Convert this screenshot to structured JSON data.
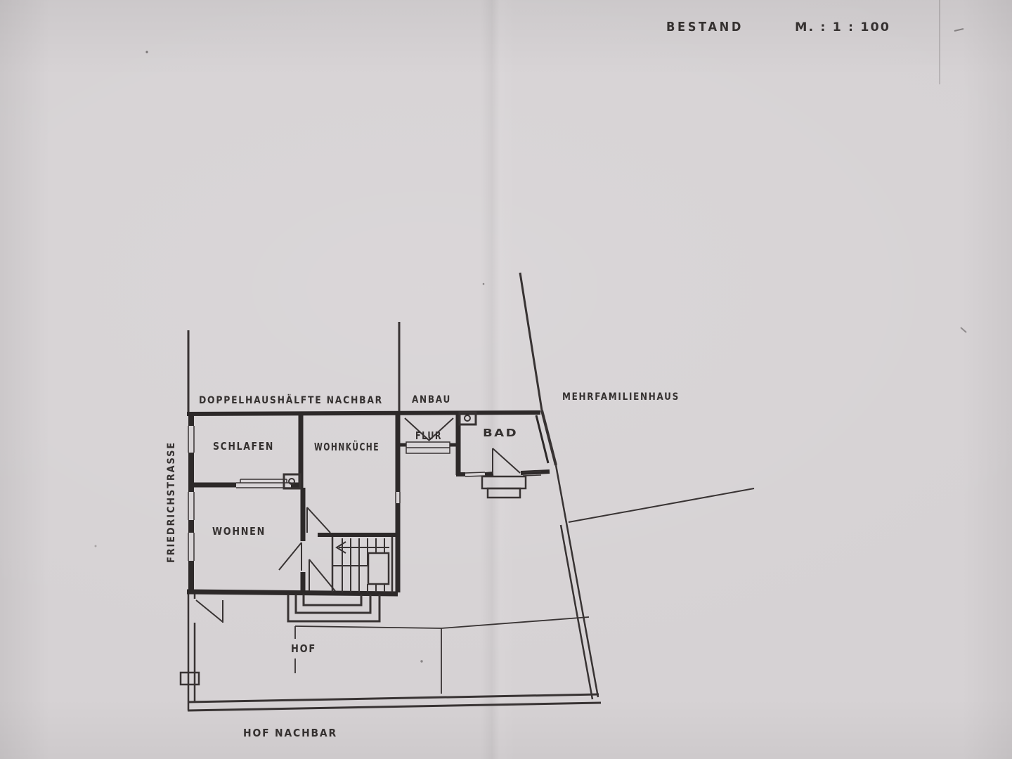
{
  "page": {
    "title": "BESTAND",
    "scale_label": "M. : 1 : 100"
  },
  "labels": {
    "street": "FRIEDRICHSTRASSE",
    "neighbor_house": "DOPPELHAUSHÄLFTE NACHBAR",
    "annex": "ANBAU",
    "apartment_building": "MEHRFAMILIENHAUS",
    "courtyard": "HOF",
    "courtyard_neighbor": "HOF NACHBAR"
  },
  "rooms": [
    {
      "name": "SCHLAFEN"
    },
    {
      "name": "WOHNKÜCHE"
    },
    {
      "name": "FLUR"
    },
    {
      "name": "BAD"
    },
    {
      "name": "WOHNEN"
    }
  ],
  "colors": {
    "paper": "#d6d2d4",
    "ink": "#383333",
    "wall": "#2d2929"
  }
}
